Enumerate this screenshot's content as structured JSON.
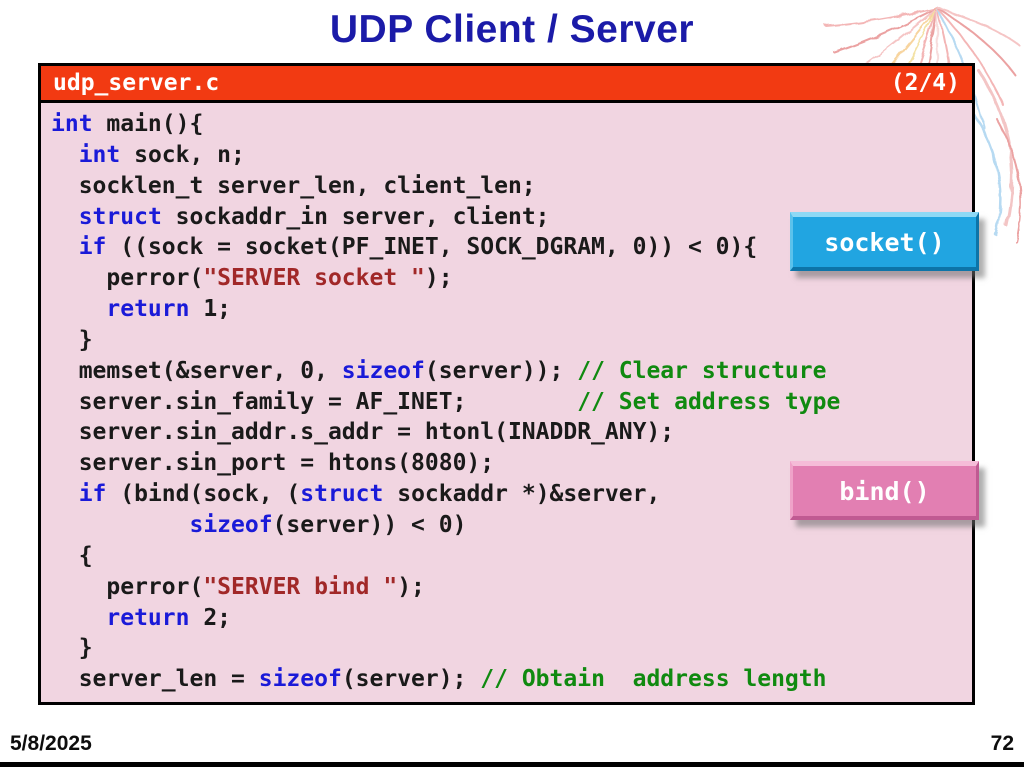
{
  "slide": {
    "title": "UDP Client / Server",
    "date": "5/8/2025",
    "page_number": "72"
  },
  "code_panel": {
    "filename": "udp_server.c",
    "page_indicator": "(2/4)",
    "header_bg": "#f23a12",
    "body_bg": "#f1d5e1"
  },
  "callouts": {
    "socket": {
      "label": "socket()",
      "color": "#21a5e1"
    },
    "bind": {
      "label": "bind()",
      "color": "#e27fb2"
    }
  },
  "code": {
    "colors": {
      "plain": "#1a1a1a",
      "keyword": "#1a1ad8",
      "string": "#a12828",
      "comment": "#108a10"
    },
    "lines": [
      [
        {
          "t": "int",
          "c": "kw"
        },
        {
          "t": " main(){",
          "c": "pl"
        }
      ],
      [
        {
          "t": "  ",
          "c": "pl"
        },
        {
          "t": "int",
          "c": "kw"
        },
        {
          "t": " sock, n;",
          "c": "pl"
        }
      ],
      [
        {
          "t": "  socklen_t server_len, client_len;",
          "c": "pl"
        }
      ],
      [
        {
          "t": "  ",
          "c": "pl"
        },
        {
          "t": "struct",
          "c": "kw"
        },
        {
          "t": " sockaddr_in server, client;",
          "c": "pl"
        }
      ],
      [
        {
          "t": "  ",
          "c": "pl"
        },
        {
          "t": "if",
          "c": "kw"
        },
        {
          "t": " ((sock = socket(PF_INET, SOCK_DGRAM, 0)) < 0){",
          "c": "pl"
        }
      ],
      [
        {
          "t": "    perror(",
          "c": "pl"
        },
        {
          "t": "\"SERVER socket \"",
          "c": "str"
        },
        {
          "t": ");",
          "c": "pl"
        }
      ],
      [
        {
          "t": "    ",
          "c": "pl"
        },
        {
          "t": "return",
          "c": "kw"
        },
        {
          "t": " 1;",
          "c": "pl"
        }
      ],
      [
        {
          "t": "  }",
          "c": "pl"
        }
      ],
      [
        {
          "t": "  memset(&server, 0, ",
          "c": "pl"
        },
        {
          "t": "sizeof",
          "c": "kw"
        },
        {
          "t": "(server)); ",
          "c": "pl"
        },
        {
          "t": "// Clear structure",
          "c": "com"
        }
      ],
      [
        {
          "t": "  server.sin_family = AF_INET;        ",
          "c": "pl"
        },
        {
          "t": "// Set address type",
          "c": "com"
        }
      ],
      [
        {
          "t": "  server.sin_addr.s_addr = htonl(INADDR_ANY);",
          "c": "pl"
        }
      ],
      [
        {
          "t": "  server.sin_port = htons(8080);",
          "c": "pl"
        }
      ],
      [
        {
          "t": "  ",
          "c": "pl"
        },
        {
          "t": "if",
          "c": "kw"
        },
        {
          "t": " (bind(sock, (",
          "c": "pl"
        },
        {
          "t": "struct",
          "c": "kw"
        },
        {
          "t": " sockaddr *)&server,",
          "c": "pl"
        }
      ],
      [
        {
          "t": "          ",
          "c": "pl"
        },
        {
          "t": "sizeof",
          "c": "kw"
        },
        {
          "t": "(server)) < 0)",
          "c": "pl"
        }
      ],
      [
        {
          "t": "  {",
          "c": "pl"
        }
      ],
      [
        {
          "t": "    perror(",
          "c": "pl"
        },
        {
          "t": "\"SERVER bind \"",
          "c": "str"
        },
        {
          "t": ");",
          "c": "pl"
        }
      ],
      [
        {
          "t": "    ",
          "c": "pl"
        },
        {
          "t": "return",
          "c": "kw"
        },
        {
          "t": " 2;",
          "c": "pl"
        }
      ],
      [
        {
          "t": "  }",
          "c": "pl"
        }
      ],
      [
        {
          "t": "  server_len = ",
          "c": "pl"
        },
        {
          "t": "sizeof",
          "c": "kw"
        },
        {
          "t": "(server); ",
          "c": "pl"
        },
        {
          "t": "// Obtain  address length",
          "c": "com"
        }
      ]
    ]
  }
}
